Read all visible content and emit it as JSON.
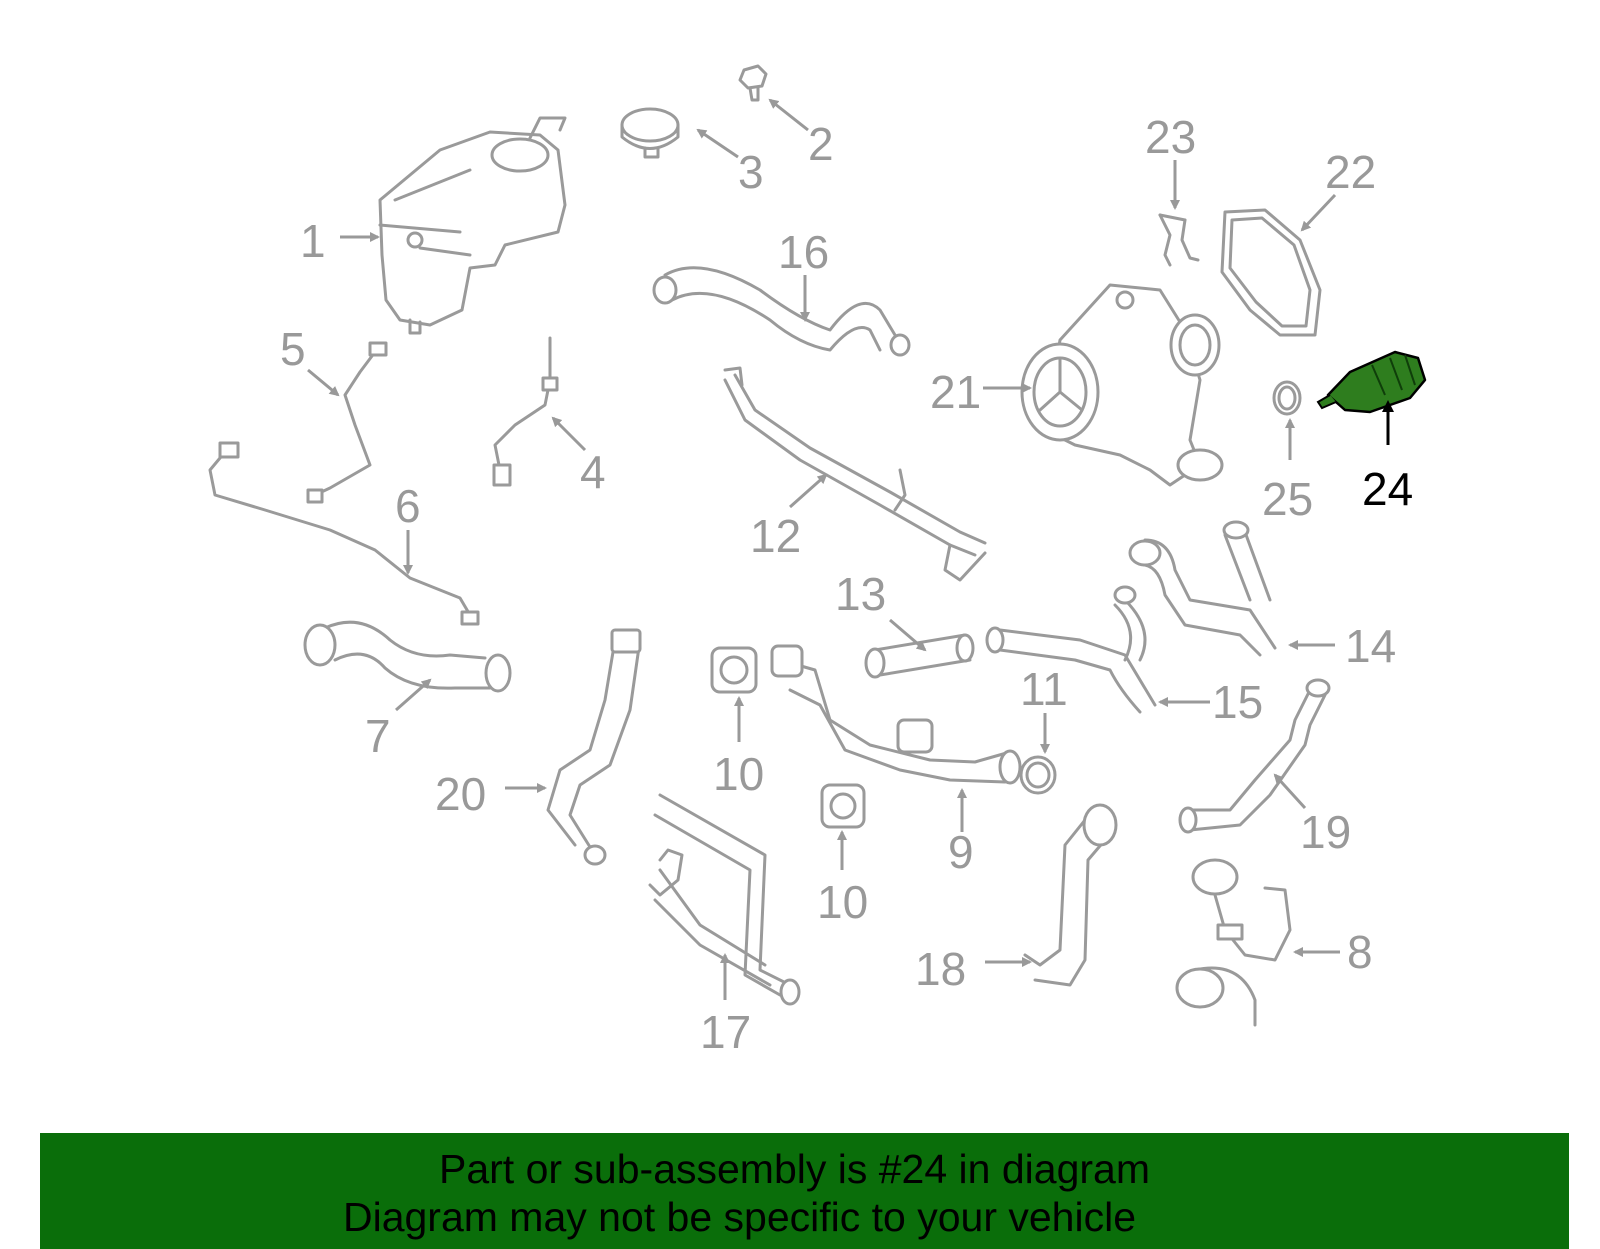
{
  "colors": {
    "banner_bg": "#0a6e0a",
    "highlight_part": "#2e7d1e",
    "part_stroke": "#9a9a9a",
    "callout_text": "#999999",
    "highlight_text": "#000000"
  },
  "highlighted_callout": "24",
  "callouts": {
    "c1": "1",
    "c2": "2",
    "c3": "3",
    "c4": "4",
    "c5": "5",
    "c6": "6",
    "c7": "7",
    "c8": "8",
    "c9": "9",
    "c10a": "10",
    "c10b": "10",
    "c11": "11",
    "c12": "12",
    "c13": "13",
    "c14": "14",
    "c15": "15",
    "c16": "16",
    "c17": "17",
    "c18": "18",
    "c19": "19",
    "c20": "20",
    "c21": "21",
    "c22": "22",
    "c23": "23",
    "c24": "24",
    "c25": "25"
  },
  "banner": {
    "line1": "Part or sub-assembly is #24 in diagram",
    "line2": "Diagram may not be specific to your vehicle"
  }
}
